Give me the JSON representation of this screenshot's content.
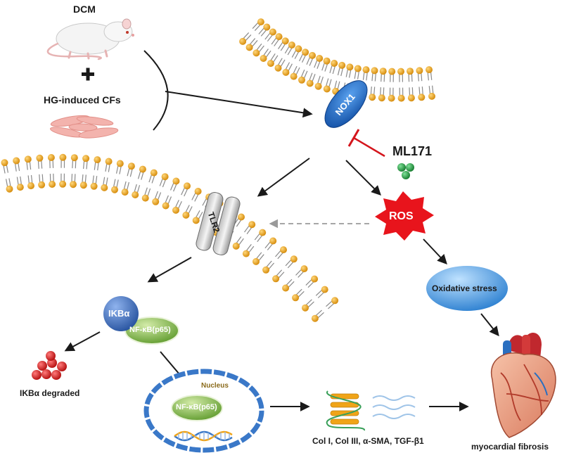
{
  "labels": {
    "dcm": "DCM",
    "plus": "+",
    "hg_cfs": "HG-induced CFs",
    "nox1": "NOX1",
    "ml171": "ML171",
    "ros": "ROS",
    "tlr2": "TLR2",
    "oxidative_stress": "Oxidative stress",
    "ikba": "IKBα",
    "nfkb": "NF-κB(p65)",
    "ikba_degraded": "IKBα degraded",
    "nucleus": "Nucleus",
    "nfkb_nucleus": "NF-κB(p65)",
    "collagen": "Col I, Col III, α-SMA, TGF-β1",
    "myocardial_fibrosis": "myocardial fibrosis"
  },
  "colors": {
    "lipid_head": "#f0a418",
    "lipid_tail": "#8a8a8a",
    "nox1": "#1f6fc8",
    "inhibitor": "#d4151c",
    "ml171": "#1f9a3a",
    "ros": "#e8141c",
    "oxidative": "#3d8fd8",
    "ikba": "#3a6fc0",
    "nfkb": "#7cb542",
    "degraded": "#d81e1e",
    "nucleus": "#3a78c8",
    "arrow": "#1a1a1a",
    "dashed": "#9a9a9a"
  }
}
